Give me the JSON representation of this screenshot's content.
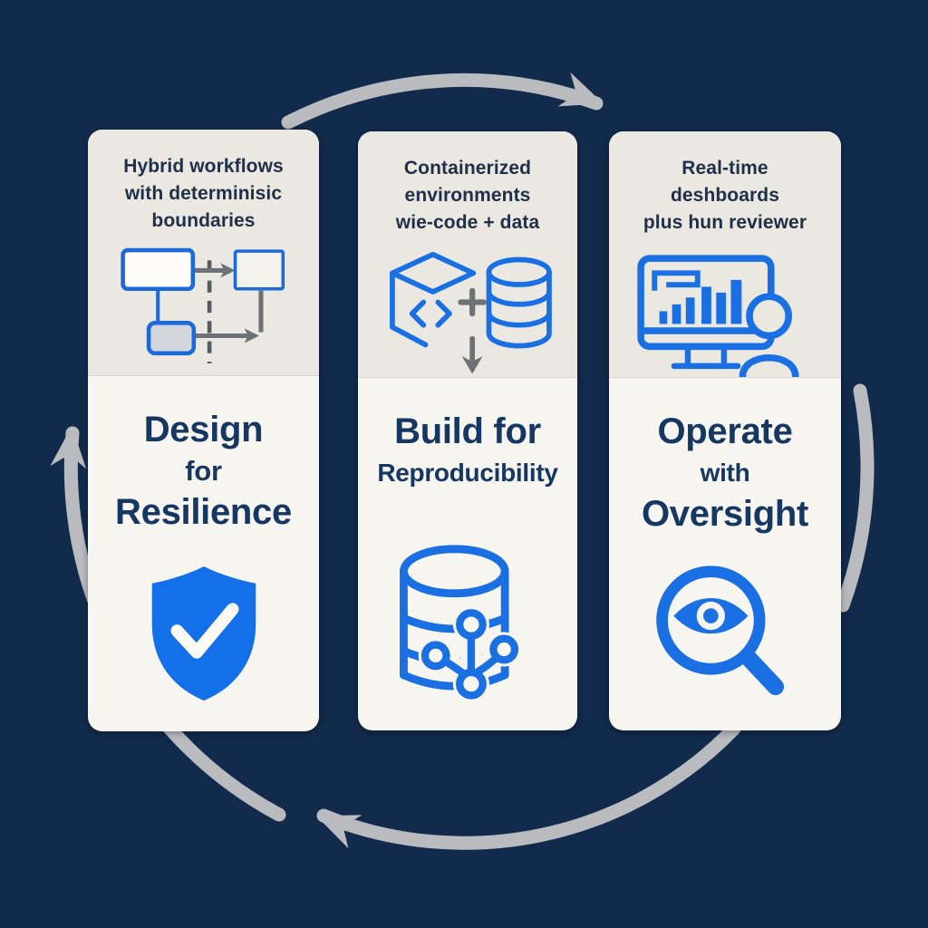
{
  "palette": {
    "background_navy": "#122a4c",
    "card_body": "#f7f5ef",
    "card_header": "#eae8e1",
    "title_navy": "#173763",
    "subtitle_navy": "#20304a",
    "icon_blue": "#1a6fe2",
    "shield_blue": "#1470e8",
    "icon_gray": "#6e7276",
    "arrow_gray": "#b9bbbe"
  },
  "cycle": {
    "description": "clockwise cycle of gray curved arrows around the three cards",
    "arrowheads": [
      "top-right pointing right",
      "bottom pointing left",
      "left pointing up"
    ]
  },
  "cards": [
    {
      "header_lines": [
        "Hybrid workflows",
        "with determinisic",
        "boundaries"
      ],
      "title_lines": [
        "Design",
        "for",
        "Resilience"
      ],
      "top_icon": "flowchart-with-dashed-boundary",
      "bottom_icon": "shield-checkmark"
    },
    {
      "header_lines": [
        "Containerized",
        "environments",
        "wie-code + data"
      ],
      "title_lines": [
        "Build for",
        "Reproducibility"
      ],
      "top_icon": "container-cube-plus-database",
      "bottom_icon": "database-version-branch"
    },
    {
      "header_lines": [
        "Real-time",
        "deshboards",
        "plus hun reviewer"
      ],
      "title_lines": [
        "Operate",
        "with",
        "Oversight"
      ],
      "top_icon": "dashboard-monitor-with-reviewer",
      "bottom_icon": "magnifier-eye"
    }
  ]
}
